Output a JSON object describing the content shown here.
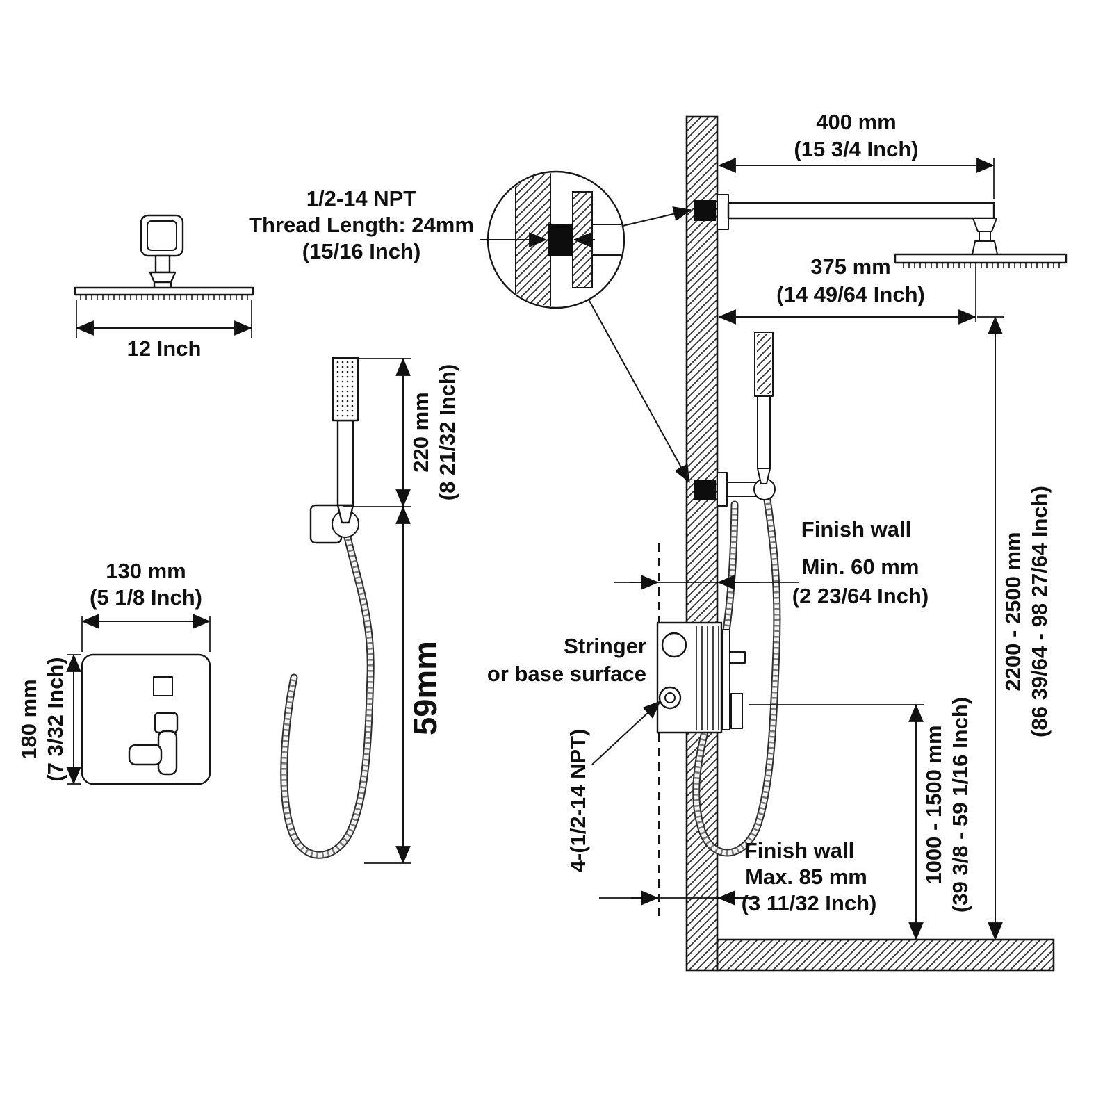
{
  "colors": {
    "line": "#161616",
    "background": "#ffffff"
  },
  "labels": {
    "head_size": [
      "12 Inch"
    ],
    "npt_thread": [
      "1/2-14 NPT",
      "Thread Length: 24mm",
      "(15/16 Inch)"
    ],
    "arm_length": [
      "400 mm",
      "(15 3/4 Inch)"
    ],
    "head_offset": [
      "375 mm",
      "(14 49/64 Inch)"
    ],
    "valve_width": [
      "130 mm",
      "(5 1/8 Inch)"
    ],
    "valve_height": [
      "180 mm",
      "(7 3/32 Inch)"
    ],
    "wand_length": [
      "220 mm",
      "(8 21/32 Inch)"
    ],
    "hose_dim": [
      "59mm"
    ],
    "finish_wall_upper": [
      "Finish wall"
    ],
    "wall_min_depth": [
      "Min. 60 mm",
      "(2 23/64 Inch)"
    ],
    "stringer": [
      "Stringer",
      "or base surface"
    ],
    "valve_npt": [
      "4-(1/2-14 NPT)"
    ],
    "finish_wall_lower": [
      "Finish wall"
    ],
    "wall_max_depth": [
      "Max. 85 mm",
      "(3 11/32 Inch)"
    ],
    "valve_height_range": [
      "1000 - 1500 mm",
      "(39 3/8 - 59 1/16 Inch)"
    ],
    "head_height_range": [
      "2200 - 2500 mm",
      "(86 39/64 - 98 27/64 Inch)"
    ]
  }
}
